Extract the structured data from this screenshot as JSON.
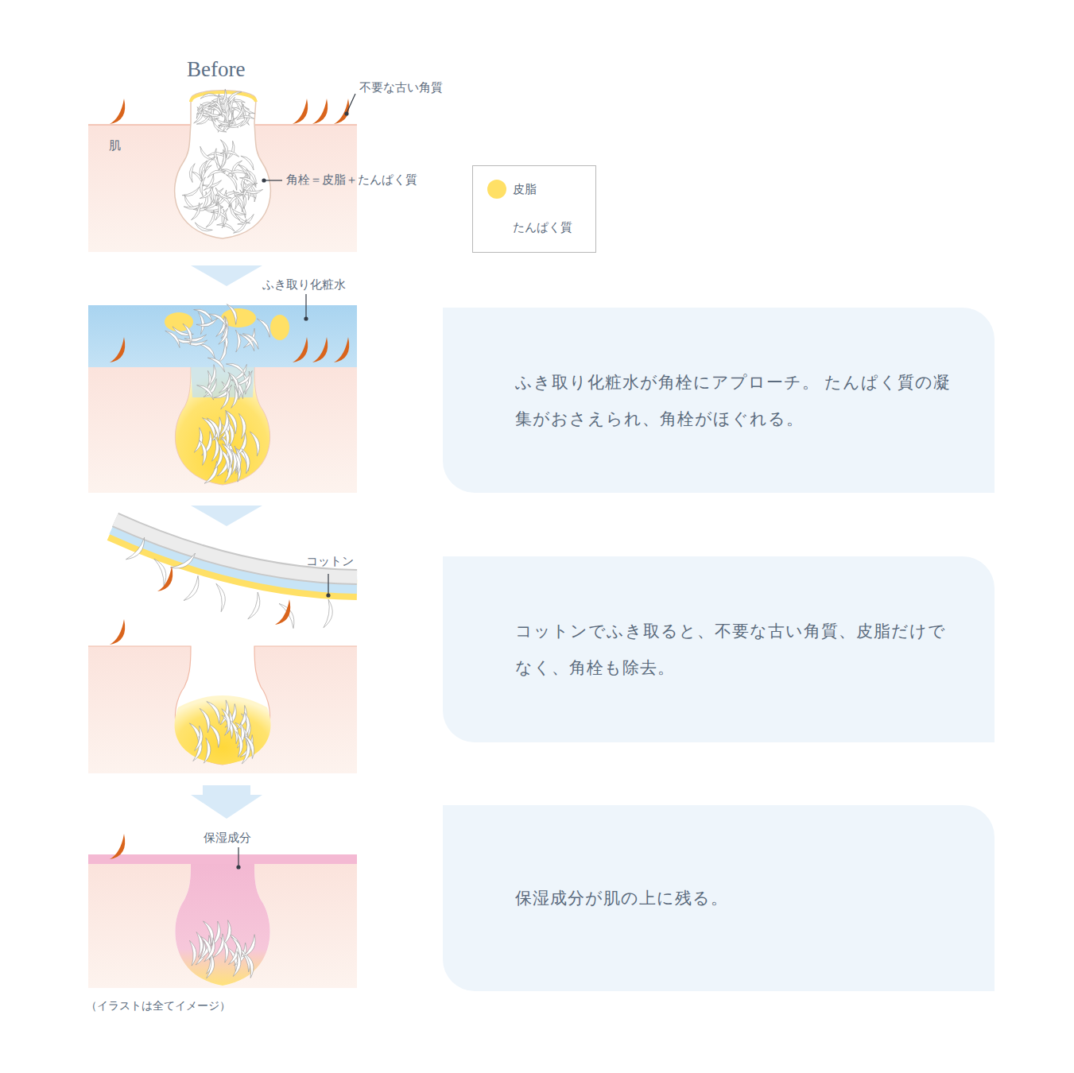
{
  "diagram": {
    "caption": "（イラストは全てイメージ）",
    "nodes": [
      {
        "text": [
          "ふき取り化粧水が角栓にアプローチ。 たんぱく質の凝集がおさえられ、角栓がほぐれる。"
        ]
      },
      {
        "text": [
          "コットンでふき取ると、不要な古い角質、皮脂だけで なく、角栓も除去。"
        ]
      },
      {
        "text": [
          "保湿成分が肌の上に残る。"
        ]
      }
    ],
    "labels": [
      "Before",
      "不要な古い角質",
      "肌",
      "角栓＝皮脂＋たんぱく質",
      "ふき取り化粧水",
      "コットン",
      "保湿成分"
    ],
    "legend": [
      {
        "text": "皮脂",
        "color": "#ffe066"
      },
      {
        "text": "たんぱく質"
      }
    ]
  }
}
